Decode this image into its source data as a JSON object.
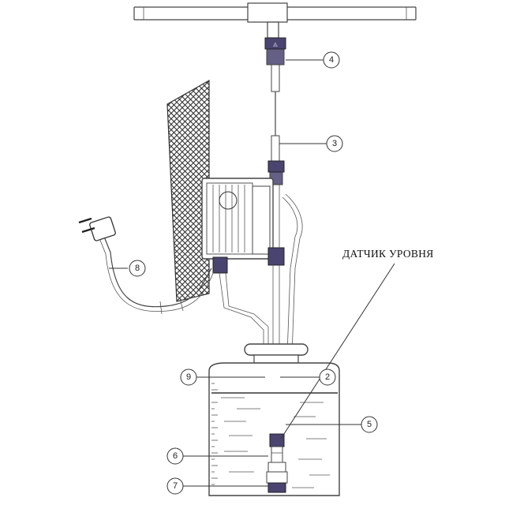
{
  "labels": {
    "sensor": "ДАТЧИК УРОВНЯ"
  },
  "callouts": [
    {
      "id": "1",
      "text": ""
    },
    {
      "id": "2",
      "text": "2"
    },
    {
      "id": "3",
      "text": "3"
    },
    {
      "id": "4",
      "text": "4"
    },
    {
      "id": "5",
      "text": "5"
    },
    {
      "id": "6",
      "text": "6"
    },
    {
      "id": "7",
      "text": "7"
    },
    {
      "id": "8",
      "text": "8"
    },
    {
      "id": "9",
      "text": "9"
    }
  ],
  "colors": {
    "fitting": "#4a4470",
    "line": "#444444",
    "background": "#ffffff"
  }
}
